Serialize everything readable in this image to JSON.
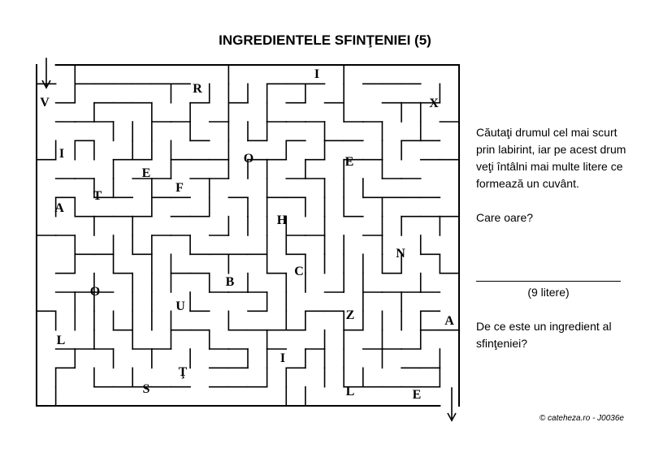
{
  "title": "INGREDIENTELE SFINŢENIEI (5)",
  "maze_letters": [
    "V",
    "R",
    "I",
    "X",
    "I",
    "O",
    "E",
    "E",
    "F",
    "T",
    "A",
    "H",
    "N",
    "C",
    "B",
    "O",
    "U",
    "Z",
    "A",
    "L",
    "I",
    "Ţ",
    "S",
    "L",
    "E"
  ],
  "instructions": {
    "text": "Căutaţi drumul cel mai scurt prin labirint, iar pe acest drum veţi întâlni mai multe litere ce formează un cuvânt.",
    "question": "Care oare?",
    "letter_count": "(9 litere)",
    "followup": "De ce este un ingredient al sfinţeniei?"
  },
  "copyright": "© cateheza.ro - J0036e"
}
